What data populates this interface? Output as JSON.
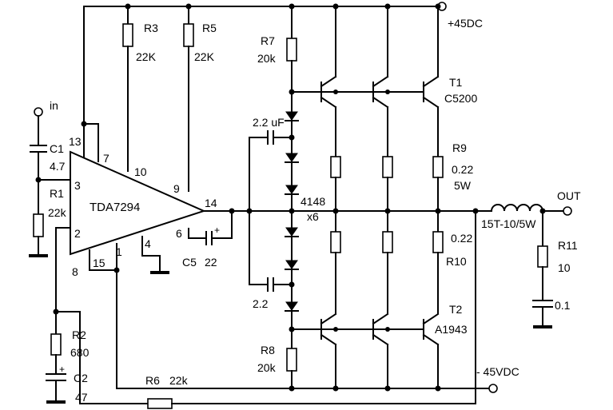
{
  "rails": {
    "positive": "+45DC",
    "negative": "- 45VDC"
  },
  "io": {
    "input": "in",
    "output": "OUT"
  },
  "ic": {
    "name": "TDA7294",
    "pins": [
      "13",
      "7",
      "10",
      "9",
      "14",
      "3",
      "2",
      "8",
      "15",
      "1",
      "4",
      "6"
    ]
  },
  "components": {
    "C1": {
      "ref": "C1",
      "value": "4.7"
    },
    "R1": {
      "ref": "R1",
      "value": "22k"
    },
    "R2": {
      "ref": "R2",
      "value": "680"
    },
    "C2": {
      "ref": "C2",
      "value": "47"
    },
    "R3": {
      "ref": "R3",
      "value": "22K"
    },
    "R5": {
      "ref": "R5",
      "value": "22K"
    },
    "R6": {
      "ref": "R6",
      "value": "22k"
    },
    "C5": {
      "ref": "C5",
      "value": "22"
    },
    "R7": {
      "ref": "R7",
      "value": "20k"
    },
    "R8": {
      "ref": "R8",
      "value": "20k"
    },
    "C_top": {
      "value": "2.2 uF"
    },
    "C_bot": {
      "value": "2.2"
    },
    "diodes": {
      "part": "4148",
      "count": "x6"
    },
    "T1": {
      "ref": "T1",
      "part": "C5200"
    },
    "T2": {
      "ref": "T2",
      "part": "A1943"
    },
    "R9": {
      "ref": "R9",
      "value": "0.22",
      "power": "5W"
    },
    "R10": {
      "ref": "R10",
      "value": "0.22"
    },
    "L1": {
      "value": "15T-10/5W"
    },
    "R11": {
      "ref": "R11",
      "value": "10"
    },
    "C_out": {
      "value": "0.1"
    }
  }
}
